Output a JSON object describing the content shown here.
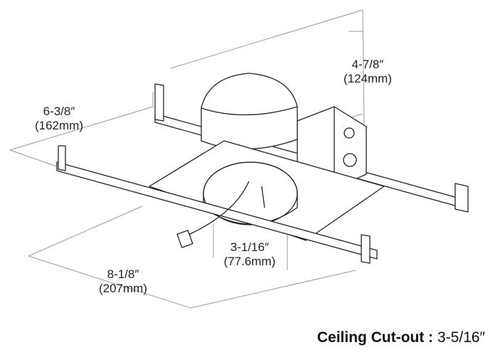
{
  "dimensions": {
    "height": {
      "imperial": "4-7/8″",
      "metric": "(124mm)"
    },
    "width": {
      "imperial": "6-3/8″",
      "metric": "(162mm)"
    },
    "aperture": {
      "imperial": "3-1/16″",
      "metric": "(77.6mm)"
    },
    "length": {
      "imperial": "8-1/8″",
      "metric": "(207mm)"
    }
  },
  "footer": {
    "label": "Ceiling Cut-out :",
    "value": "3-5/16″"
  },
  "colors": {
    "line": "#222222",
    "dim_line": "#9a9a9a",
    "background": "#ffffff"
  }
}
